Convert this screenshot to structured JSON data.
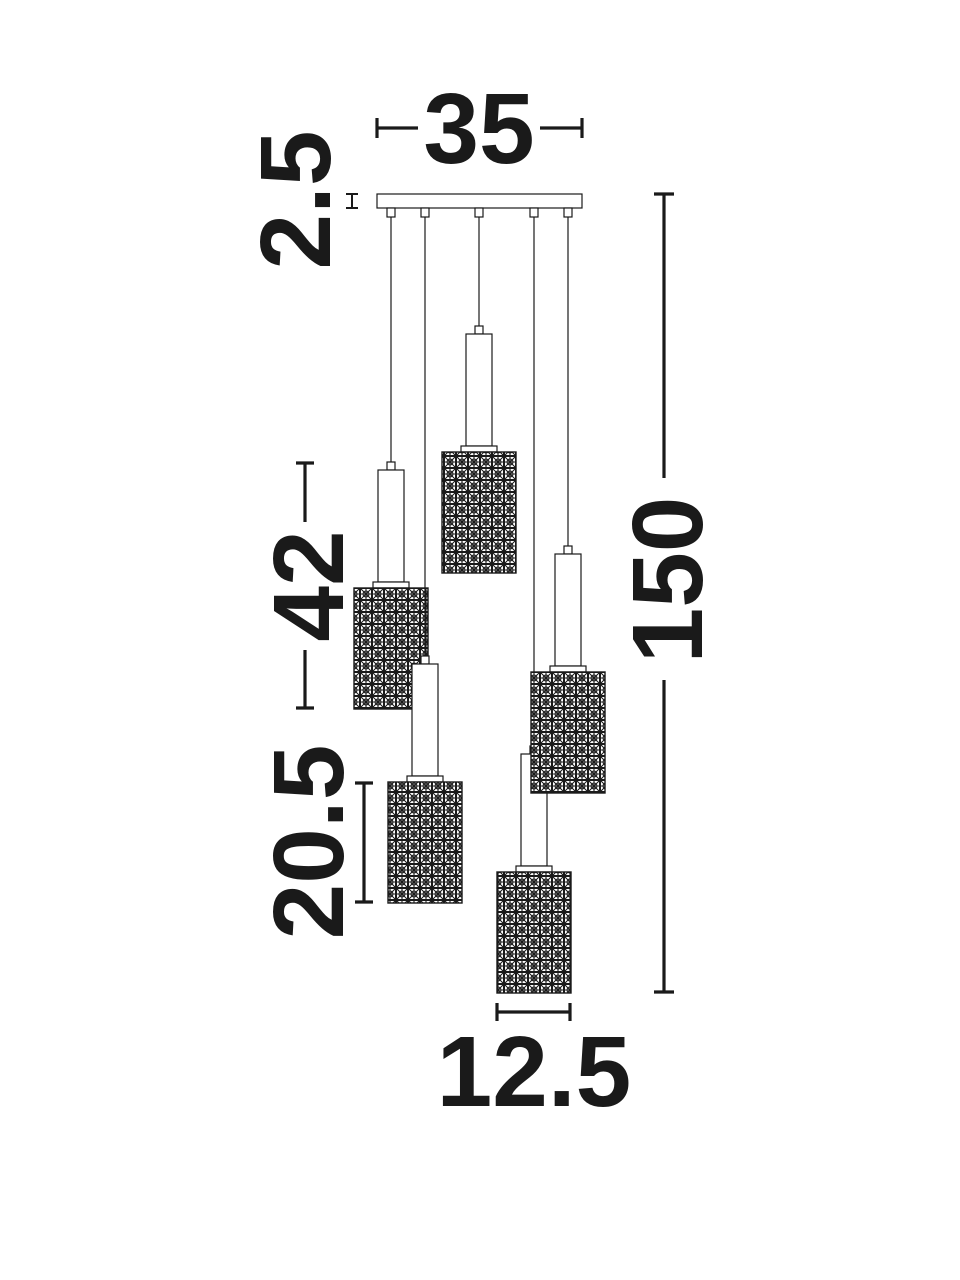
{
  "dimensions": {
    "canopy_width": "35",
    "canopy_height": "2.5",
    "total_height": "150",
    "shade_height_with_tube": "42",
    "shade_height": "20.5",
    "shade_width": "12.5"
  },
  "colors": {
    "line": "#1a1a1a",
    "background": "#ffffff"
  },
  "pendants": [
    {
      "id": "p1",
      "drop": 0.3
    },
    {
      "id": "p2",
      "drop": 0.55
    },
    {
      "id": "p3",
      "drop": 0.1
    },
    {
      "id": "p4",
      "drop": 0.7
    },
    {
      "id": "p5",
      "drop": 0.45
    }
  ]
}
